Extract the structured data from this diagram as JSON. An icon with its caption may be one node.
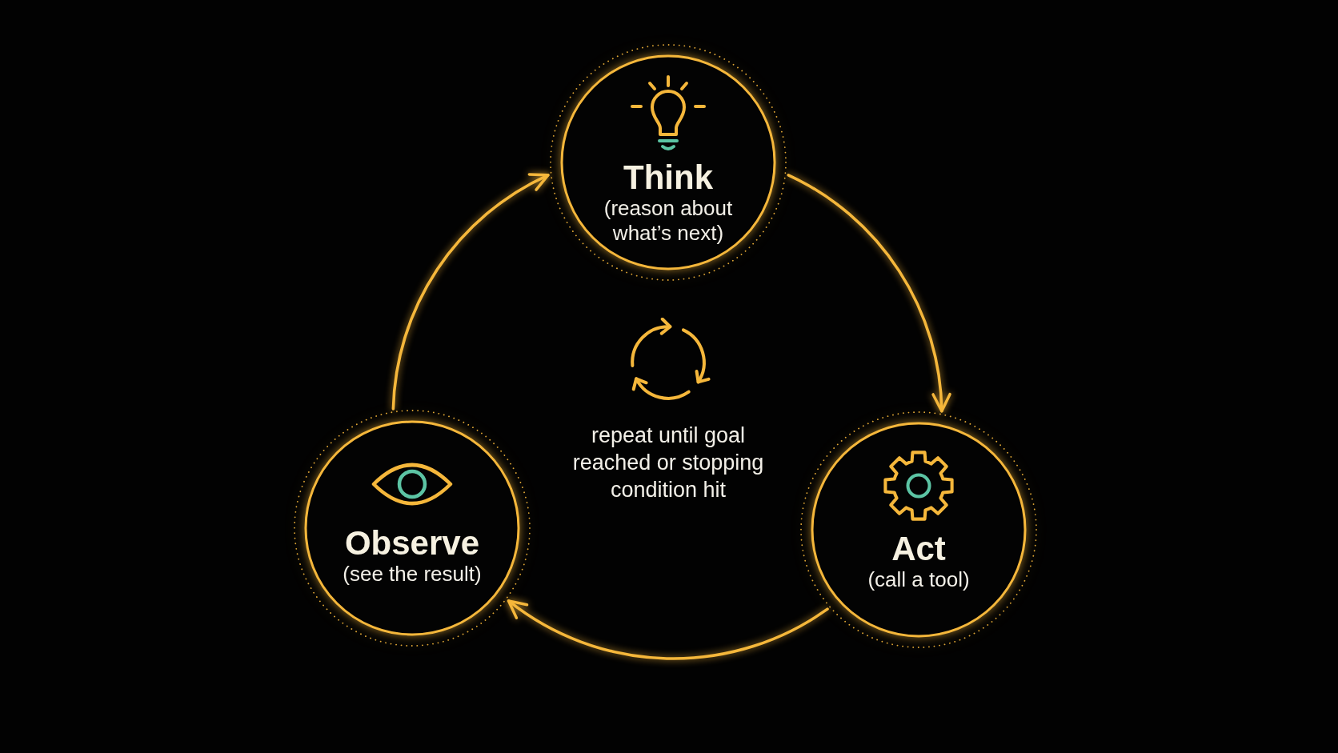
{
  "diagram": {
    "nodes": [
      {
        "text": [
          "Think",
          "(reason about what’s next)"
        ]
      },
      {
        "text": [
          "Observe",
          "(see the result)"
        ]
      },
      {
        "text": [
          "Act",
          "(call a tool)"
        ]
      }
    ],
    "edges": [
      {
        "from": 0,
        "to": 2,
        "arrow": "to"
      },
      {
        "from": 2,
        "to": 1,
        "arrow": "to"
      },
      {
        "from": 1,
        "to": 0,
        "arrow": "to"
      }
    ],
    "labels": [
      "repeat until goal reached or stopping condition hit"
    ]
  }
}
